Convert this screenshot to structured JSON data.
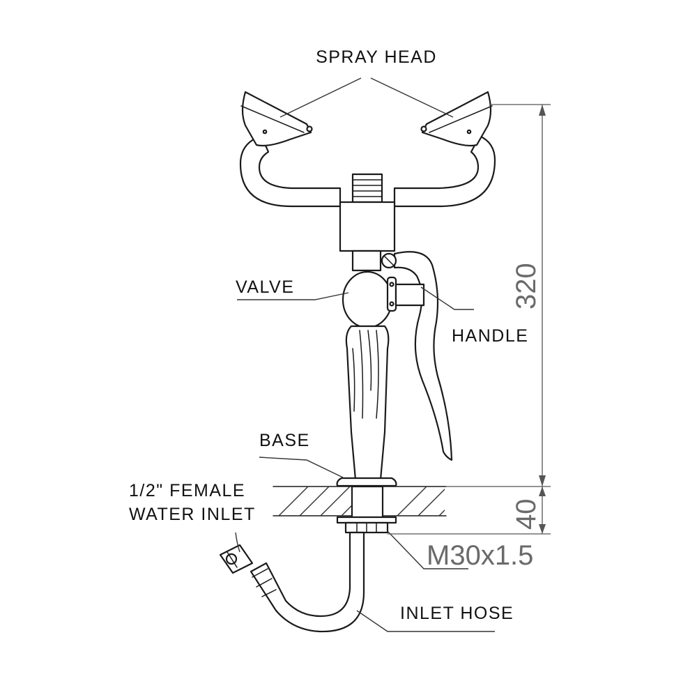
{
  "labels": {
    "spray_head": "SPRAY HEAD",
    "valve": "VALVE",
    "handle": "HANDLE",
    "base": "BASE",
    "inlet_line1": "1/2\"  FEMALE",
    "inlet_line2": "WATER INLET",
    "inlet_hose": "INLET HOSE"
  },
  "dimensions": {
    "height": "320",
    "mount_thickness": "40",
    "thread": "M30x1.5"
  }
}
